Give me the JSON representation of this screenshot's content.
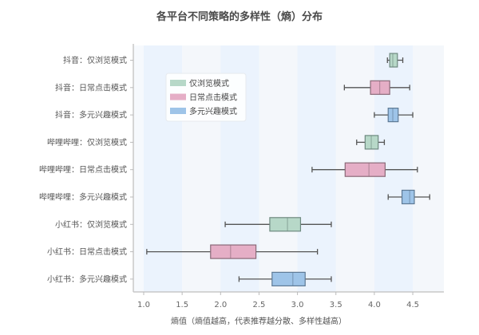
{
  "chart_data": {
    "type": "boxplot",
    "orientation": "horizontal",
    "title": "各平台不同策略的多样性（熵）分布",
    "xlabel": "熵值（熵值越高，代表推荐越分散、多样性越高）",
    "ylabel": "",
    "xlim": [
      0.93,
      4.97
    ],
    "xticks": [
      1.0,
      1.5,
      2.0,
      2.5,
      3.0,
      3.5,
      4.0,
      4.5
    ],
    "xtick_labels": [
      "1.0",
      "1.5",
      "2.0",
      "2.5",
      "3.0",
      "3.5",
      "4.0",
      "4.5"
    ],
    "grid": "alternating vertical bands",
    "legend_position": "upper left (inside)",
    "legend": [
      {
        "label": "仅浏览模式",
        "color": "#b7d8c8",
        "edge": "#6f8a80"
      },
      {
        "label": "日常点击模式",
        "color": "#e5aec6",
        "edge": "#8a6a78"
      },
      {
        "label": "多元兴趣模式",
        "color": "#9ec4e8",
        "edge": "#5e7a95"
      }
    ],
    "categories": [
      "抖音：仅浏览模式",
      "抖音：日常点击模式",
      "抖音：多元兴趣模式",
      "哔哩哔哩：仅浏览模式",
      "哔哩哔哩：日常点击模式",
      "哔哩哔哩：多元兴趣模式",
      "小红书：仅浏览模式",
      "小红书：日常点击模式",
      "小红书：多元兴趣模式"
    ],
    "boxes": [
      {
        "label": "抖音：仅浏览模式",
        "strategy": 0,
        "min": 4.17,
        "q1": 4.2,
        "median": 4.24,
        "q3": 4.3,
        "max": 4.37
      },
      {
        "label": "抖音：日常点击模式",
        "strategy": 1,
        "min": 3.61,
        "q1": 3.95,
        "median": 4.07,
        "q3": 4.2,
        "max": 4.46
      },
      {
        "label": "抖音：多元兴趣模式",
        "strategy": 2,
        "min": 4.0,
        "q1": 4.18,
        "median": 4.24,
        "q3": 4.31,
        "max": 4.5
      },
      {
        "label": "哔哩哔哩：仅浏览模式",
        "strategy": 0,
        "min": 3.77,
        "q1": 3.88,
        "median": 3.96,
        "q3": 4.05,
        "max": 4.13
      },
      {
        "label": "哔哩哔哩：日常点击模式",
        "strategy": 1,
        "min": 3.19,
        "q1": 3.62,
        "median": 3.93,
        "q3": 4.14,
        "max": 4.56
      },
      {
        "label": "哔哩哔哩：多元兴趣模式",
        "strategy": 2,
        "min": 4.18,
        "q1": 4.36,
        "median": 4.46,
        "q3": 4.52,
        "max": 4.72
      },
      {
        "label": "小红书：仅浏览模式",
        "strategy": 0,
        "min": 2.06,
        "q1": 2.64,
        "median": 2.87,
        "q3": 3.04,
        "max": 3.44
      },
      {
        "label": "小红书：日常点击模式",
        "strategy": 1,
        "min": 1.04,
        "q1": 1.87,
        "median": 2.13,
        "q3": 2.46,
        "max": 3.26
      },
      {
        "label": "小红书：多元兴趣模式",
        "strategy": 2,
        "min": 2.24,
        "q1": 2.67,
        "median": 2.94,
        "q3": 3.1,
        "max": 3.44
      }
    ]
  }
}
